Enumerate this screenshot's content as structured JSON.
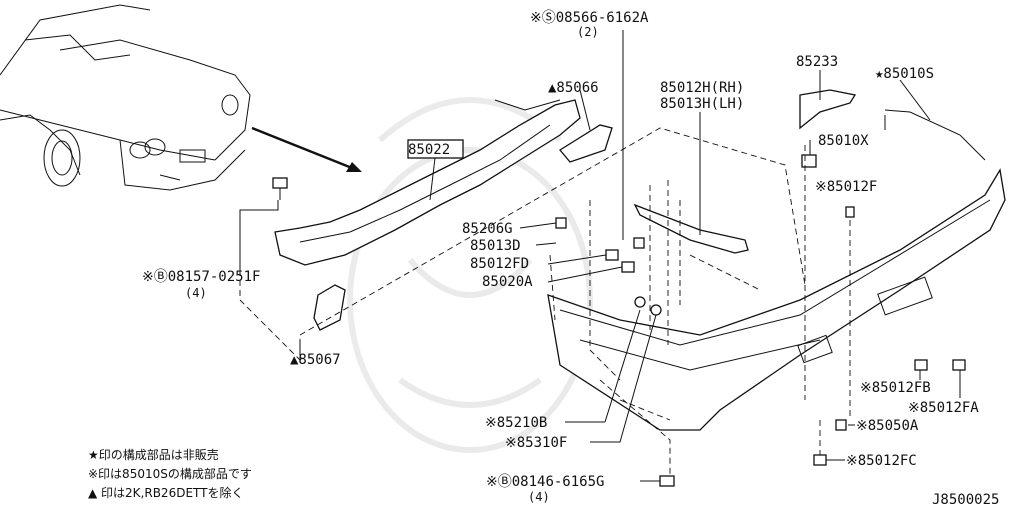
{
  "colors": {
    "highlight": "#8c96dc",
    "line": "#111111",
    "background": "#ffffff"
  },
  "labels": {
    "p08566": "※Ⓢ08566-6162A",
    "p08566_qty": "(2)",
    "p85066": "▲85066",
    "p85012h": "85012H(RH)",
    "p85013h": "85013H(LH)",
    "p85233": "85233",
    "p85010s": "★85010S",
    "p85022": "85022",
    "p85010x": "85010X",
    "p85012f": "※85012F",
    "p85206g": "85206G",
    "p85013d": "85013D",
    "p85012fd": "85012FD",
    "p85020a": "85020A",
    "p08157": "※Ⓑ08157-0251F",
    "p08157_qty": "(4)",
    "p85067": "▲85067",
    "p85012fb": "※85012FB",
    "p85012fa": "※85012FA",
    "p85210b": "※85210B",
    "p85050a": "※85050A",
    "p85310f": "※85310F",
    "p85012fc": "※85012FC",
    "p08146": "※Ⓑ08146-6165G",
    "p08146_qty": "(4)"
  },
  "notes": [
    "★印の構成部品は非販売",
    "※印は85010Sの構成部品です",
    "▲ 印は2K,RB26DETTを除く"
  ],
  "figure_code": "J8500025"
}
